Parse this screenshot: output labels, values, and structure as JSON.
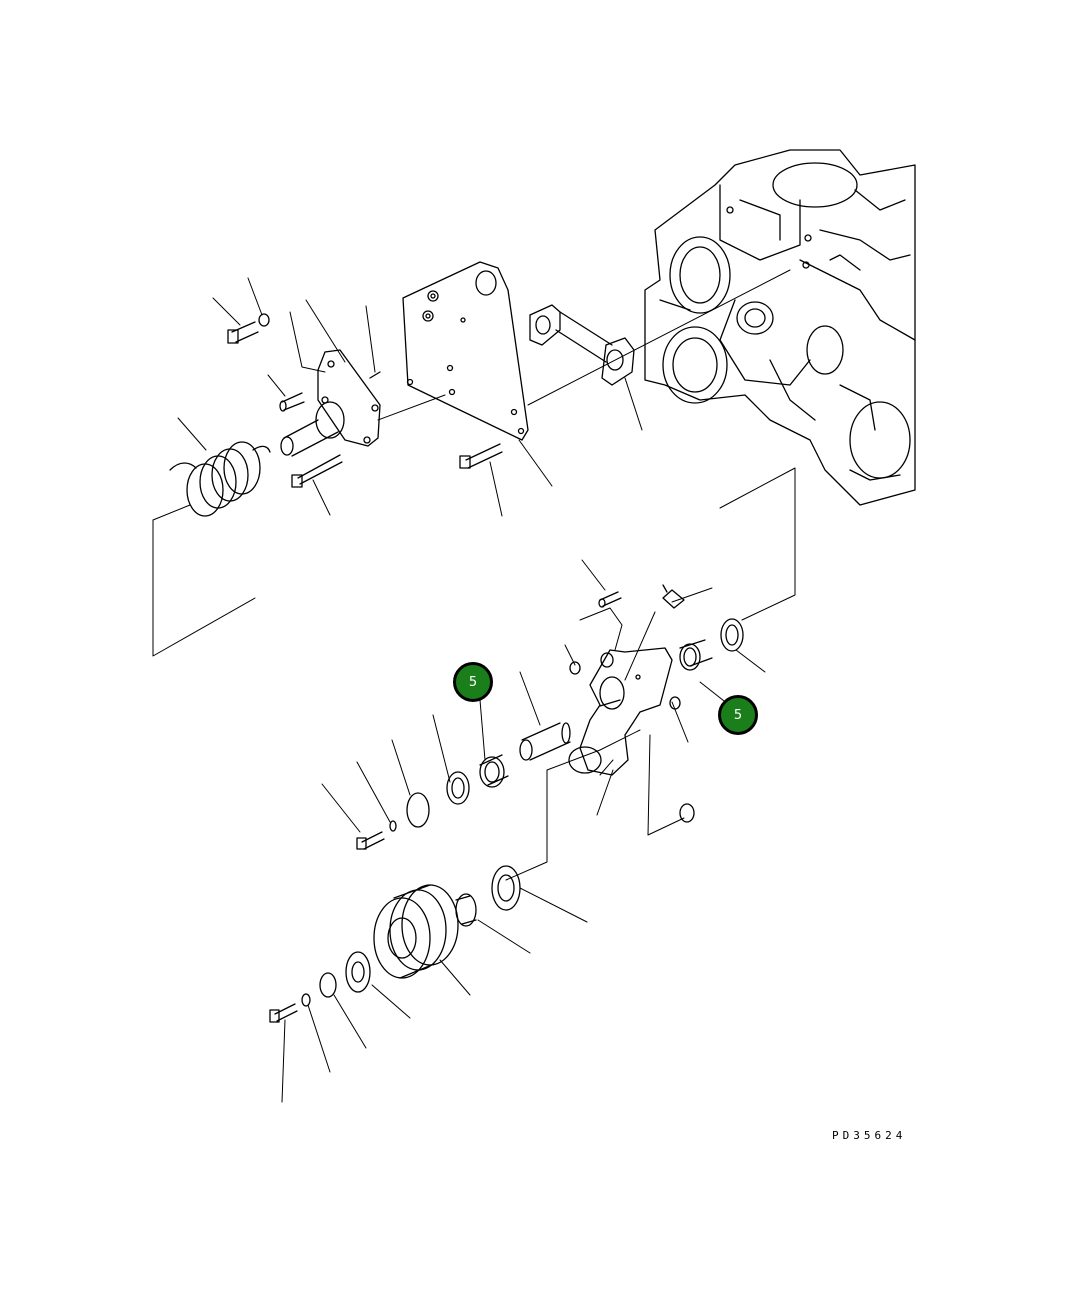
{
  "diagram": {
    "drawing_code": "PD35624",
    "callouts": [
      {
        "label": "5",
        "part": "bearing-left"
      },
      {
        "label": "5",
        "part": "bearing-right"
      }
    ],
    "line_color": "#000000",
    "callout_color": "#1a7f1a"
  }
}
